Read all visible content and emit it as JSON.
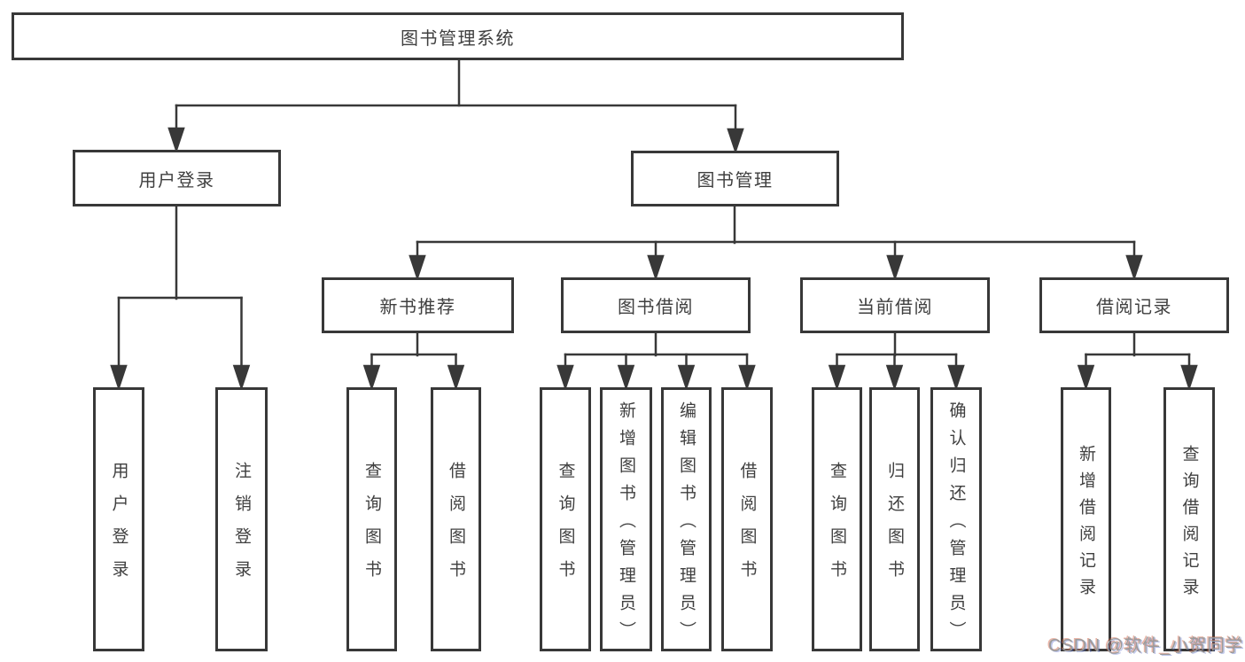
{
  "colors": {
    "line": "#383838",
    "box_border": "#383838",
    "text": "#3f3f3f",
    "watermark": "#9b9b9b",
    "background": "#ffffff"
  },
  "tree": {
    "label": "图书管理系统",
    "children": [
      {
        "label": "用户登录",
        "children": [
          {
            "label": "用户登录"
          },
          {
            "label": "注销登录"
          }
        ]
      },
      {
        "label": "图书管理",
        "children": [
          {
            "label": "新书推荐",
            "children": [
              {
                "label": "查询图书"
              },
              {
                "label": "借阅图书"
              }
            ]
          },
          {
            "label": "图书借阅",
            "children": [
              {
                "label": "查询图书"
              },
              {
                "label": "新增图书（管理员）"
              },
              {
                "label": "编辑图书（管理员）"
              },
              {
                "label": "借阅图书"
              }
            ]
          },
          {
            "label": "当前借阅",
            "children": [
              {
                "label": "查询图书"
              },
              {
                "label": "归还图书"
              },
              {
                "label": "确认归还（管理员）"
              }
            ]
          },
          {
            "label": "借阅记录",
            "children": [
              {
                "label": "新增借阅记录"
              },
              {
                "label": "查询借阅记录"
              }
            ]
          }
        ]
      }
    ]
  },
  "watermark": {
    "text": "CSDN @软件_小贺同学"
  }
}
